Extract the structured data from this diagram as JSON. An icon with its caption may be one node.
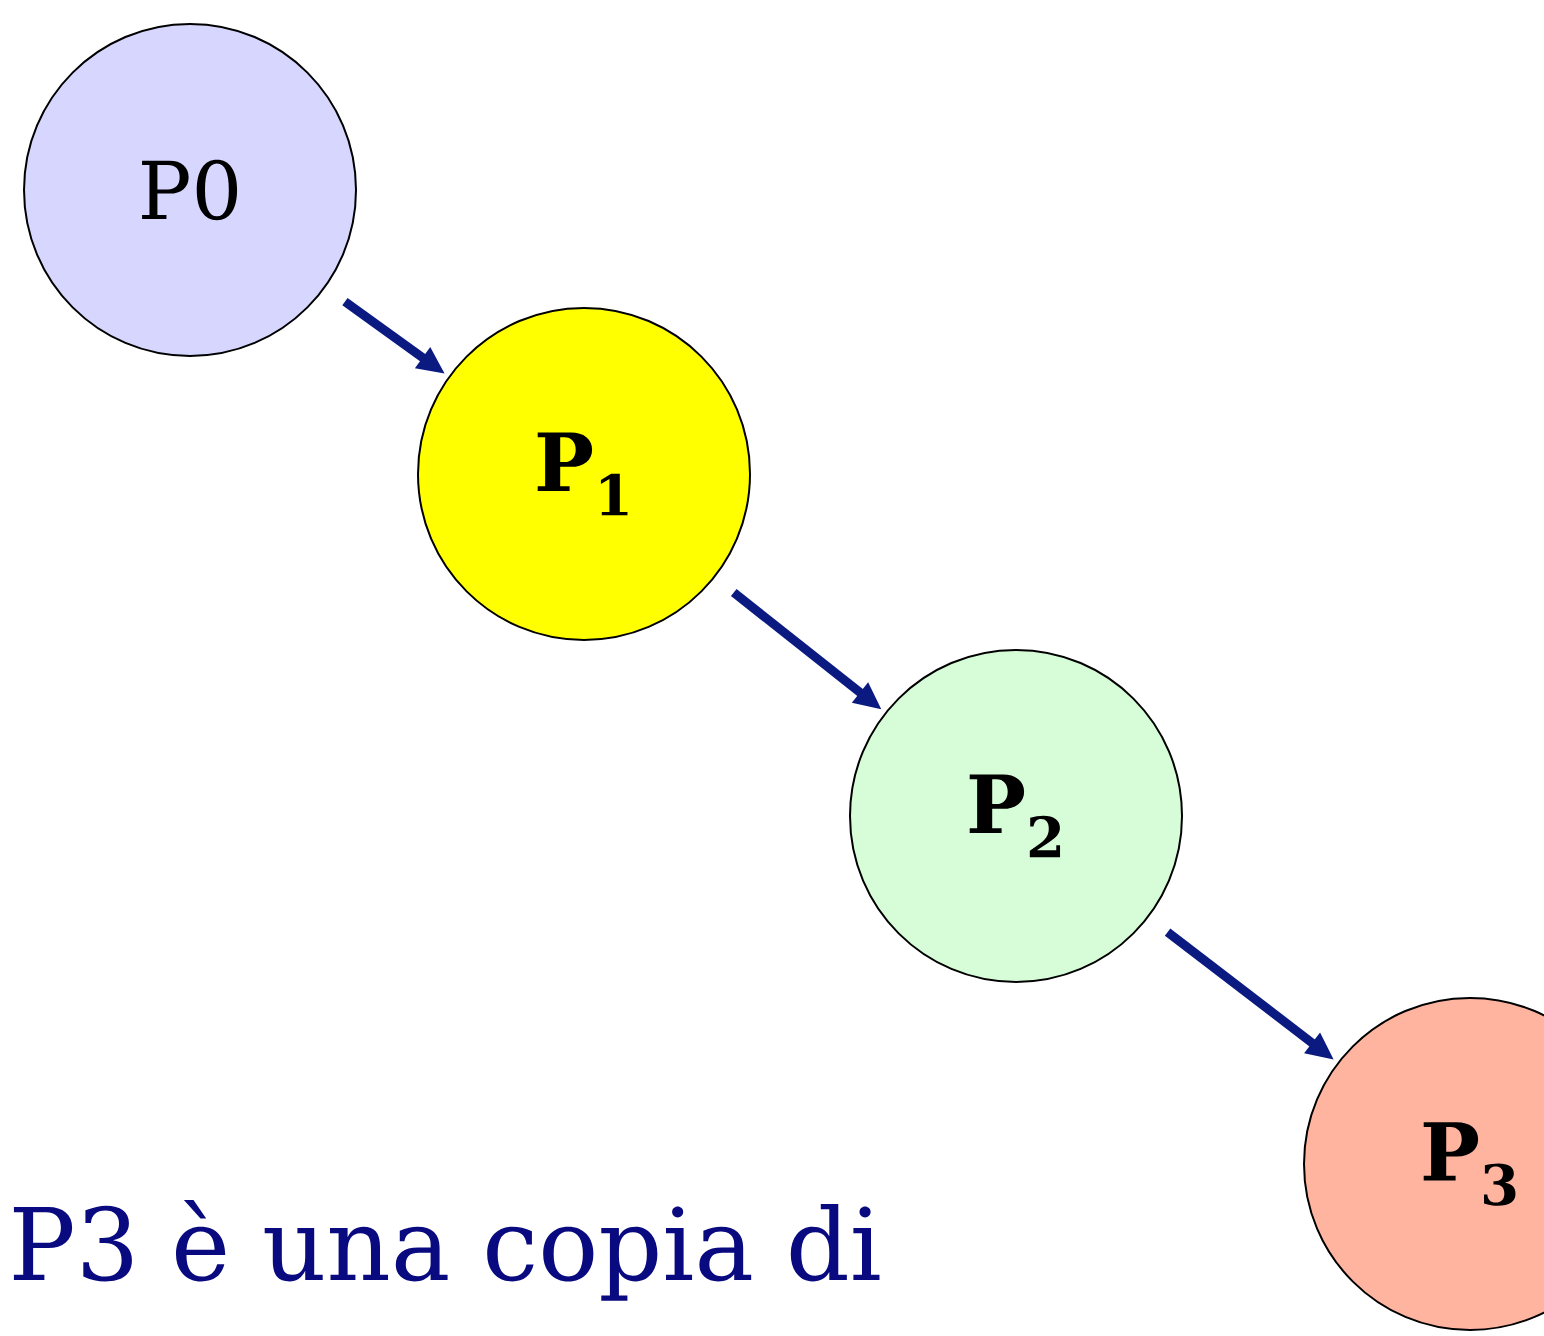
{
  "diagram": {
    "nodes": [
      {
        "text": [
          "P0"
        ]
      },
      {
        "text": [
          "**P**$_{1}$"
        ]
      },
      {
        "text": [
          "**P**$_{2}$"
        ]
      },
      {
        "text": [
          "**P**$_{3}$"
        ]
      }
    ],
    "edges": [
      {
        "from": 0,
        "to": 1,
        "arrow": "to"
      },
      {
        "from": 1,
        "to": 2,
        "arrow": "to"
      },
      {
        "from": 2,
        "to": 3,
        "arrow": "to"
      }
    ],
    "labels": [
      "P3 è una copia di"
    ]
  }
}
